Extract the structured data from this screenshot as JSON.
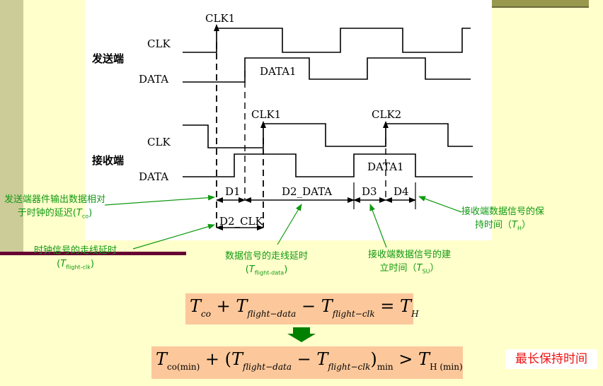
{
  "diagram": {
    "transmit_label": "发送端",
    "receive_label": "接收端",
    "clk_label_top": "CLK",
    "data_label_top": "DATA",
    "clk_label_bottom": "CLK",
    "data_label_bottom": "DATA",
    "clk1_top": "CLK1",
    "data1_top": "DATA1",
    "clk1_bottom": "CLK1",
    "clk2_bottom": "CLK2",
    "data1_bottom": "DATA1",
    "d1": "D1",
    "d2_data": "D2_DATA",
    "d3": "D3",
    "d4": "D4",
    "d2_clk": "D2_CLK"
  },
  "annotations": {
    "tco_line1": "发送端器件输出数据相对",
    "tco_line2": "于时钟的延迟(",
    "tco_sym": "T",
    "tco_sub": "co",
    "tco_close": ")",
    "clk_line1": "时钟信号的走线延时",
    "clk_sym": "T",
    "clk_sub": "flight-clk",
    "clk_open": "(",
    "clk_close": ")",
    "data_line1": "数据信号的走线延时",
    "data_sym": "T",
    "data_sub": "flight-data",
    "data_open": "(",
    "data_close": ")",
    "su_line1": "接收端数据信号的建",
    "su_line2": "立时间（",
    "su_sym": "T",
    "su_sub": "SU",
    "su_close": "）",
    "h_line1": "接收端数据信号的保",
    "h_line2": "持时间（",
    "h_sym": "T",
    "h_sub": "H",
    "h_close": "）"
  },
  "formula1": {
    "t": "T",
    "co": "co",
    "plus": " + ",
    "fd": "flight−data",
    "minus": " − ",
    "fc": "flight−clk",
    "eq": " = ",
    "h": "H"
  },
  "formula2": {
    "t": "T",
    "co": "co(min)",
    "plus": " + (",
    "fd": "flight−data",
    "minus": " − ",
    "fc": "flight−clk",
    "close": ")",
    "min": "min",
    "gt": " > ",
    "h": "H (min)"
  },
  "note": "最长保持时间",
  "colors": {
    "background": "#ffffcc",
    "left_bar": "#cccc99",
    "left_line": "#660033",
    "panel": "#ffffff",
    "annotation": "#119911",
    "formula_box": "#fcc89b",
    "arrow": "#119911",
    "down_arrow": "#008000",
    "note": "#ee1111"
  }
}
